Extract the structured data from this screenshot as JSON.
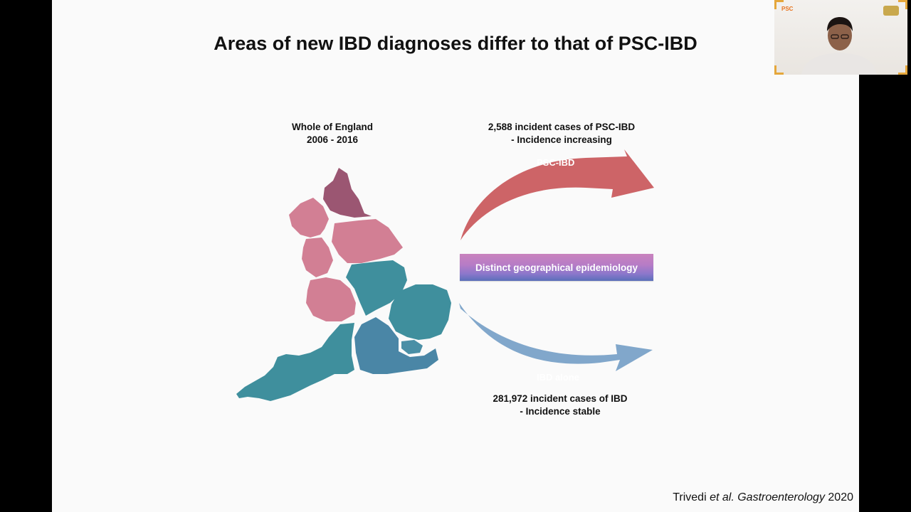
{
  "slide": {
    "title": "Areas of new IBD diagnoses differ to that of PSC-IBD",
    "map_caption_line1": "Whole of England",
    "map_caption_line2": "2006 - 2016",
    "psc_caption_line1": "2,588 incident cases of PSC-IBD",
    "psc_caption_line2": "- Incidence increasing",
    "psc_arrow_label": "PSC-IBD",
    "center_box_label": "Distinct geographical epidemiology",
    "ibd_arrow_label": "IBD alone",
    "ibd_caption_line1": "281,972 incident cases of IBD",
    "ibd_caption_line2": "- Incidence stable",
    "citation_author": "Trivedi ",
    "citation_etal": "et al.",
    "citation_journal": "Gastroenterology",
    "citation_year": " 2020"
  },
  "video": {
    "logo_left": "PSC"
  },
  "colors": {
    "psc_arrow": "#c9575a",
    "ibd_arrow": "#7aa2c8",
    "region_purple": "#9b5672",
    "region_pink": "#d27f94",
    "region_teal": "#3f8f9d"
  }
}
